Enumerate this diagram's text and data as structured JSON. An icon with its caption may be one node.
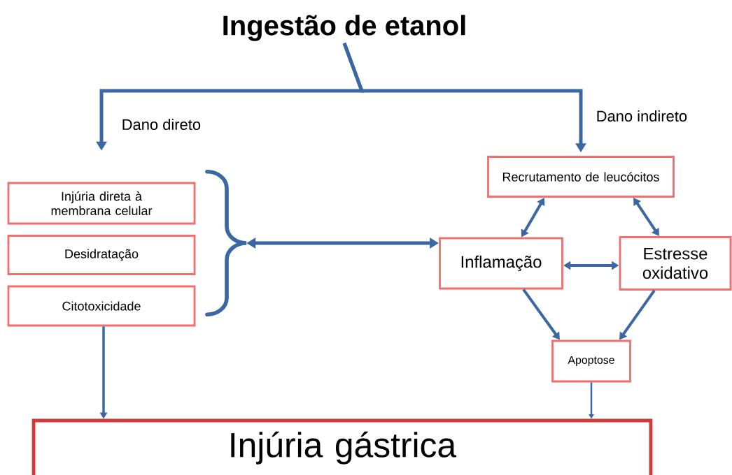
{
  "diagram": {
    "nodes": [
      {
        "text": [
          "Ingestão de etanol"
        ]
      },
      {
        "text": [
          "Injúria direta à membrana celular"
        ]
      },
      {
        "text": [
          "Desidratação"
        ]
      },
      {
        "text": [
          "Citotoxicidade"
        ]
      },
      {
        "text": [],
        "shape": "bracket"
      },
      {
        "text": [
          "Recrutamento de leucócitos"
        ]
      },
      {
        "text": [
          "Inflamação"
        ]
      },
      {
        "text": [
          "Estresse oxidativo"
        ]
      },
      {
        "text": [
          "Apoptose"
        ]
      },
      {
        "text": [
          "Injúria gástrica"
        ]
      }
    ],
    "edges": [
      {
        "from": 0,
        "to": 1,
        "arrow": "to",
        "label": "Dano direto"
      },
      {
        "from": 0,
        "to": 5,
        "arrow": "to",
        "label": "Dano indireto"
      },
      {
        "from": 4,
        "to": 6,
        "arrow": "both"
      },
      {
        "from": 5,
        "to": 6,
        "arrow": "both"
      },
      {
        "from": 5,
        "to": 7,
        "arrow": "both"
      },
      {
        "from": 6,
        "to": 7,
        "arrow": "both"
      },
      {
        "from": 6,
        "to": 8,
        "arrow": "to"
      },
      {
        "from": 7,
        "to": 8,
        "arrow": "to"
      },
      {
        "from": 3,
        "to": 9,
        "arrow": "to"
      },
      {
        "from": 8,
        "to": 9,
        "arrow": "to"
      }
    ]
  }
}
